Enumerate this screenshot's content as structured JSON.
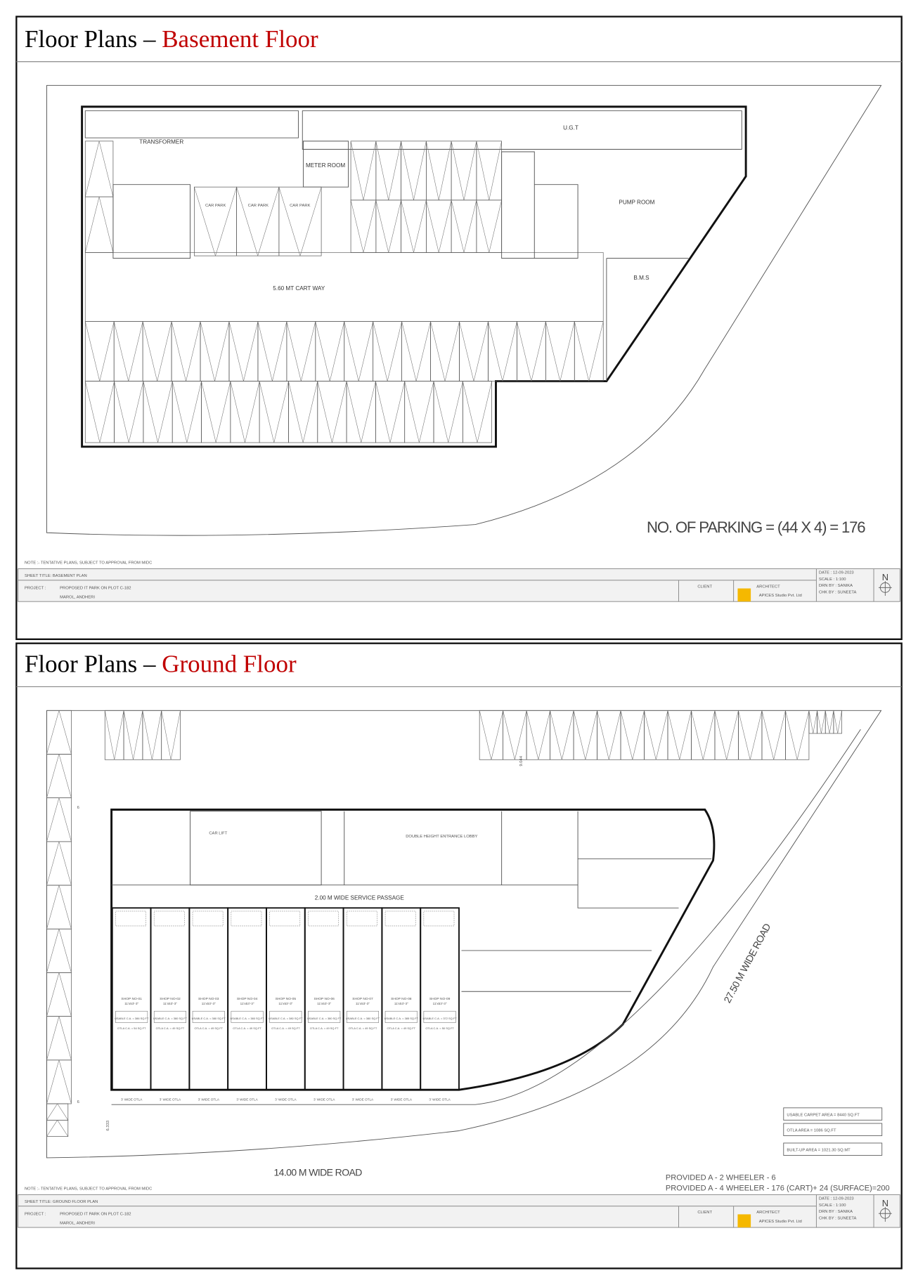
{
  "basement": {
    "title_prefix": "Floor Plans – ",
    "title_highlight": "Basement Floor",
    "labels": {
      "transformer": "TRANSFORMER",
      "ugt": "U.G.T",
      "meter_room": "METER ROOM",
      "pump_room": "PUMP ROOM",
      "bms": "B.M.S",
      "cart_way": "5.60 MT CART WAY",
      "car_park": "CAR PARK"
    },
    "parking_note": "NO. OF PARKING = (44 X 4) = 176",
    "sheet": {
      "note": "NOTE :- TENTATIVE PLANS, SUBJECT TO APPROVAL FROM MIDC",
      "sheet_title": "SHEET TITLE: BASEMENT PLAN",
      "project_label": "PROJECT :",
      "project_line1": "PROPOSED IT PARK ON PLOT C-182",
      "project_line2": "MAROL, ANDHERI",
      "client": "CLIENT",
      "architect": "ARCHITECT",
      "architect_name": "APICES Studio Pvt. Ltd",
      "date": "DATE :   12-09-2023",
      "scale": "SCALE :   1:100",
      "drawn_by": "DRN BY :  SANIKA",
      "checked_by": "CHK BY :  SUNEETA",
      "north": "N"
    }
  },
  "ground": {
    "title_prefix": "Floor Plans – ",
    "title_highlight": "Ground Floor",
    "labels": {
      "service_passage": "2.00 M WIDE SERVICE PASSAGE",
      "road_14": "14.00 M WIDE ROAD",
      "road_27": "27.50 M WIDE ROAD",
      "dim_9044": "9.044",
      "dim_6333": "6.333",
      "dim_6a": "6",
      "dim_6b": "6",
      "double_height": "DOUBLE HEIGHT ENTRANCE LOBBY",
      "lift": "CAR LIFT",
      "otla": "3' WIDE OTLA"
    },
    "shops": [
      {
        "name": "SHOP NO-01",
        "size": "11'x53'-3\"",
        "usable": "USABLE C.A. = 386 SQ.FT",
        "otla": "OTLA C.A. = 54 SQ.FT"
      },
      {
        "name": "SHOP NO-02",
        "size": "11'x53'-3\"",
        "usable": "USABLE C.A. = 380 SQ.FT",
        "otla": "OTLA C.A. = 49 SQ.FT"
      },
      {
        "name": "SHOP NO-03",
        "size": "11'x53'-3\"",
        "usable": "USABLE C.A. = 380 SQ.FT",
        "otla": "OTLA C.A. = 49 SQ.FT"
      },
      {
        "name": "SHOP NO-04",
        "size": "11'x53'-3\"",
        "usable": "USABLE C.A. = 380 SQ.FT",
        "otla": "OTLA C.A. = 49 SQ.FT"
      },
      {
        "name": "SHOP NO-05",
        "size": "11'x53'-3\"",
        "usable": "USABLE C.A. = 380 SQ.FT",
        "otla": "OTLA C.A. = 49 SQ.FT"
      },
      {
        "name": "SHOP NO-06",
        "size": "11'x53'-3\"",
        "usable": "USABLE C.A. = 380 SQ.FT",
        "otla": "OTLA C.A. = 49 SQ.FT"
      },
      {
        "name": "SHOP NO-07",
        "size": "11'x53'-3\"",
        "usable": "USABLE C.A. = 380 SQ.FT",
        "otla": "OTLA C.A. = 49 SQ.FT"
      },
      {
        "name": "SHOP NO-08",
        "size": "11'x53'-3\"",
        "usable": "USABLE C.A. = 385 SQ.FT",
        "otla": "OTLA C.A. = 49 SQ.FT"
      },
      {
        "name": "SHOP NO-09",
        "size": "11'x53'-3\"",
        "usable": "USABLE C.A. = 372 SQ.FT",
        "otla": "OTLA C.A. = 50 SQ.FT"
      }
    ],
    "summary": {
      "usable": "USABLE CARPET AREA = 8440 SQ.FT",
      "otla": "OTLA AREA = 1086 SQ.FT",
      "builtup": "BUILT-UP AREA = 1021.30 SQ.MT",
      "two_wheeler": "PROVIDED A - 2 WHEELER - 6",
      "four_wheeler": "PROVIDED A - 4 WHEELER - 176 (CART)+ 24 (SURFACE)=200"
    },
    "sheet": {
      "note": "NOTE :- TENTATIVE PLANS, SUBJECT TO APPROVAL FROM MIDC",
      "sheet_title": "SHEET TITLE: GROUND FLOOR PLAN",
      "project_label": "PROJECT :",
      "project_line1": "PROPOSED IT PARK ON PLOT C-182",
      "project_line2": "MAROL, ANDHERI",
      "client": "CLIENT",
      "architect": "ARCHITECT",
      "architect_name": "APICES Studio Pvt. Ltd",
      "date": "DATE :   12-09-2023",
      "scale": "SCALE :   1:100",
      "drawn_by": "DRN BY :  SANIKA",
      "checked_by": "CHK BY :  SUNEETA",
      "north": "N"
    }
  },
  "colors": {
    "accent": "#c00000",
    "logo": "#f5b800"
  }
}
